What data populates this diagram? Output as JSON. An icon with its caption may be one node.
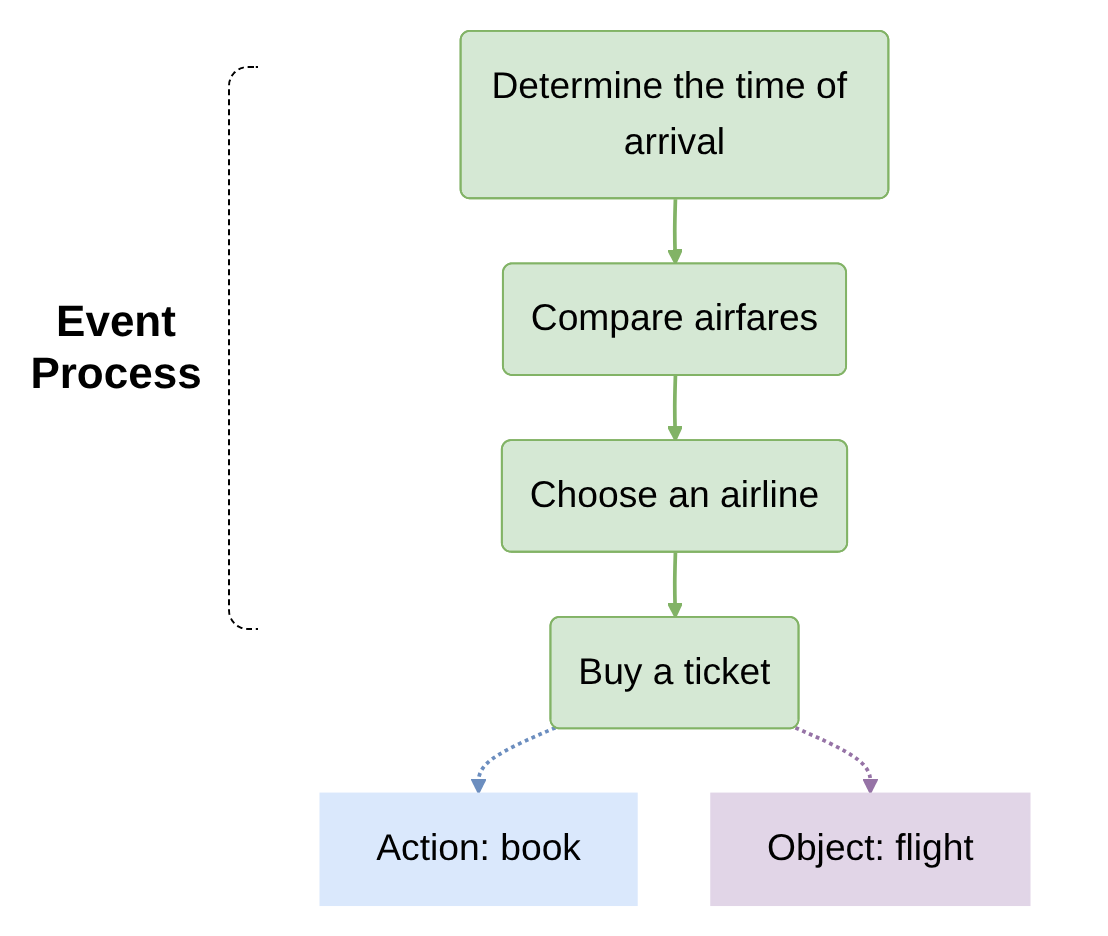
{
  "diagram": {
    "nodes": [
      {
        "text": [
          "Determine the time of arrival"
        ]
      },
      {
        "text": [
          "Compare airfares"
        ]
      },
      {
        "text": [
          "Choose an airline"
        ]
      },
      {
        "text": [
          "Buy a ticket"
        ]
      },
      {
        "text": [
          "Action: book"
        ]
      },
      {
        "text": [
          "Object: flight"
        ]
      }
    ],
    "edges": [
      {
        "from": 0,
        "to": 1,
        "arrow": "to"
      },
      {
        "from": 1,
        "to": 2,
        "arrow": "to"
      },
      {
        "from": 2,
        "to": 3,
        "arrow": "to"
      },
      {
        "from": 3,
        "to": 4,
        "arrow": "to",
        "style": "dashed",
        "color": "#6c8ebf"
      },
      {
        "from": 3,
        "to": 5,
        "arrow": "to",
        "style": "dashed",
        "color": "#9673a6"
      }
    ],
    "labels": [
      "Event Process"
    ]
  }
}
